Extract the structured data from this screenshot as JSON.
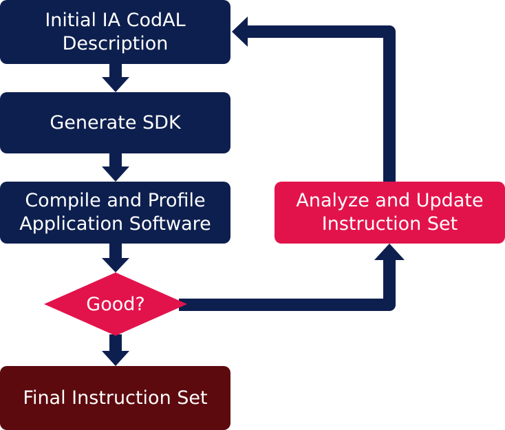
{
  "nodes": {
    "initial": {
      "line1": "Initial IA CodAL",
      "line2": "Description"
    },
    "generate_sdk": {
      "label": "Generate SDK"
    },
    "compile": {
      "line1": "Compile and Profile",
      "line2": "Application Software"
    },
    "decision": {
      "label": "Good?"
    },
    "analyze": {
      "line1": "Analyze and Update",
      "line2": "Instruction Set"
    },
    "final": {
      "label": "Final Instruction Set"
    }
  },
  "colors": {
    "navy": "#0d1f4e",
    "red": "#e2134b",
    "maroon": "#5c0a0e",
    "background": "#ffffff"
  }
}
